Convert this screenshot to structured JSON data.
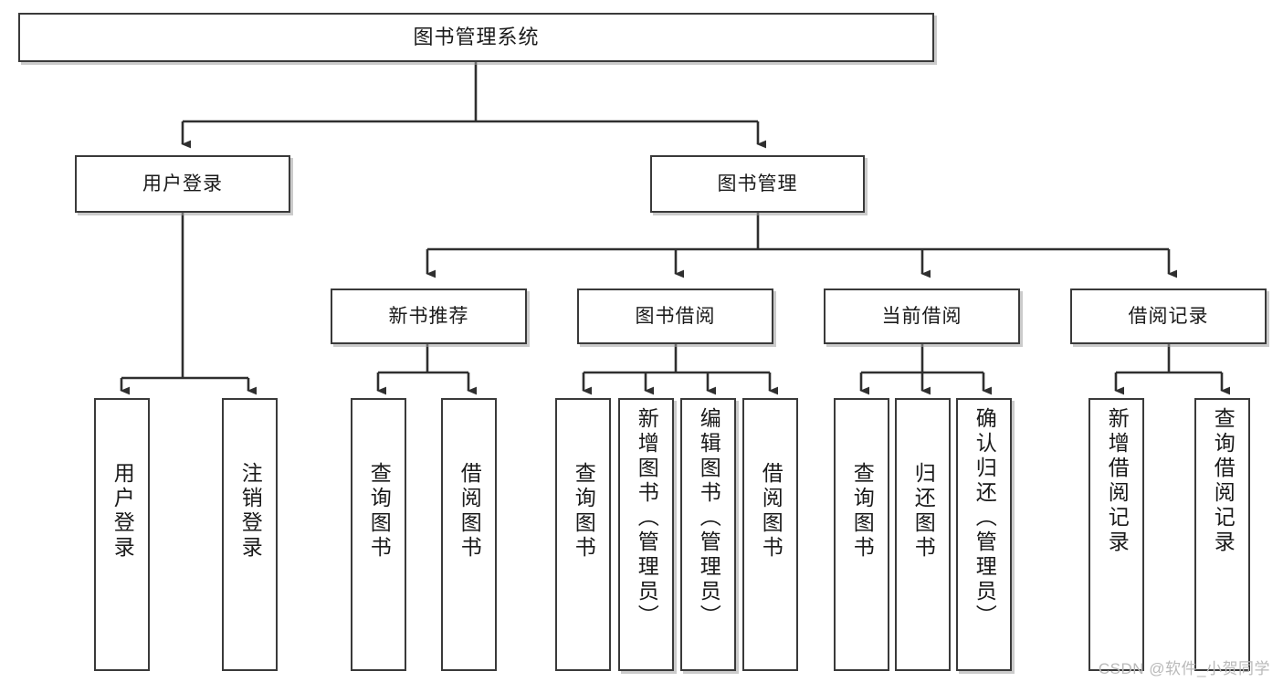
{
  "diagram": {
    "title": "图书管理系统",
    "type": "tree-hierarchy",
    "watermark": "CSDN @软件_小贺同学",
    "colors": {
      "box_border": "#3a3a3a",
      "box_fill": "#ffffff",
      "connector": "#2f2f2f",
      "watermark": "#b9b9b9"
    },
    "levels": {
      "root": {
        "label": "图书管理系统"
      },
      "level2": [
        {
          "label": "用户登录"
        },
        {
          "label": "图书管理"
        }
      ],
      "level3": [
        {
          "label": "新书推荐"
        },
        {
          "label": "图书借阅"
        },
        {
          "label": "当前借阅"
        },
        {
          "label": "借阅记录"
        }
      ],
      "leaves": [
        {
          "label": "用户登录",
          "parent": "用户登录"
        },
        {
          "label": "注销登录",
          "parent": "用户登录"
        },
        {
          "label": "查询图书",
          "parent": "新书推荐"
        },
        {
          "label": "借阅图书",
          "parent": "新书推荐"
        },
        {
          "label": "查询图书",
          "parent": "图书借阅"
        },
        {
          "label": "新增图书（管理员）",
          "parent": "图书借阅"
        },
        {
          "label": "编辑图书（管理员）",
          "parent": "图书借阅"
        },
        {
          "label": "借阅图书",
          "parent": "图书借阅"
        },
        {
          "label": "查询图书",
          "parent": "当前借阅"
        },
        {
          "label": "归还图书",
          "parent": "当前借阅"
        },
        {
          "label": "确认归还（管理员）",
          "parent": "当前借阅"
        },
        {
          "label": "新增借阅记录",
          "parent": "借阅记录"
        },
        {
          "label": "查询借阅记录",
          "parent": "借阅记录"
        }
      ]
    }
  }
}
